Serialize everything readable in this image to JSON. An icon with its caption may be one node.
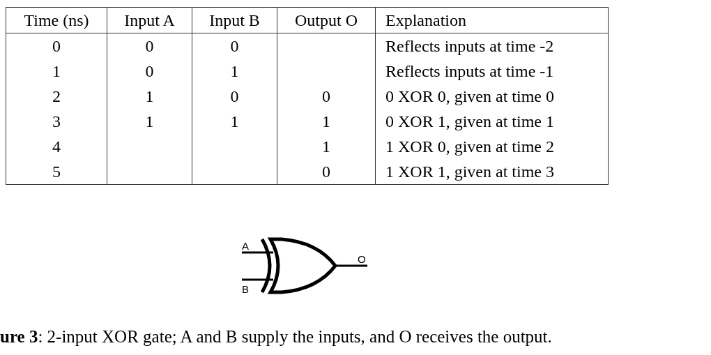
{
  "diagram": {
    "caption": "**ure 3**: 2-input XOR gate; A and B supply the inputs, and O receives the output.",
    "labels": [
      "Time (ns)",
      "Input A",
      "Input B",
      "Output O",
      "Explanation",
      "0",
      "0",
      "0",
      "Reflects inputs at time -2",
      "1",
      "0",
      "1",
      "Reflects inputs at time -1",
      "2",
      "1",
      "0",
      "0",
      "0 XOR 0, given at time 0",
      "3",
      "1",
      "1",
      "1",
      "0 XOR 1, given at time 1",
      "4",
      "1",
      "1 XOR 0, given at time 2",
      "5",
      "0",
      "1 XOR 1, given at time 3",
      "A",
      "B",
      "O"
    ]
  }
}
